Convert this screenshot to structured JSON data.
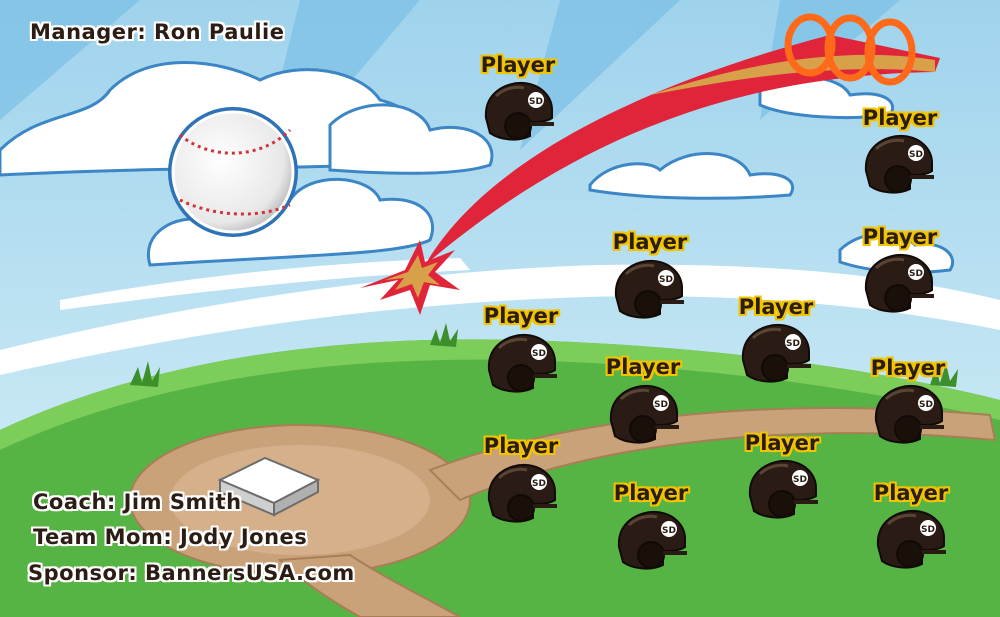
{
  "banner": {
    "manager": "Manager: Ron Paulie",
    "coach": "Coach: Jim Smith",
    "team_mom": "Team Mom: Jody Jones",
    "sponsor": "Sponsor: BannersUSA.com"
  },
  "players": [
    {
      "label": "Player"
    },
    {
      "label": "Player"
    },
    {
      "label": "Player"
    },
    {
      "label": "Player"
    },
    {
      "label": "Player"
    },
    {
      "label": "Player"
    },
    {
      "label": "Player"
    },
    {
      "label": "Player"
    },
    {
      "label": "Player"
    },
    {
      "label": "Player"
    },
    {
      "label": "Player"
    },
    {
      "label": "Player"
    }
  ],
  "colors": {
    "sky": "#8cc8e8",
    "grass": "#4cae3a",
    "dirt": "#c9a27a",
    "helmet": "#2a1c14",
    "label_outline": "#f2c400",
    "streak": "#e0243a"
  },
  "icons": {
    "baseball": "baseball-icon",
    "helmet": "batting-helmet-icon",
    "base": "home-base-icon",
    "impact": "impact-burst-icon"
  }
}
